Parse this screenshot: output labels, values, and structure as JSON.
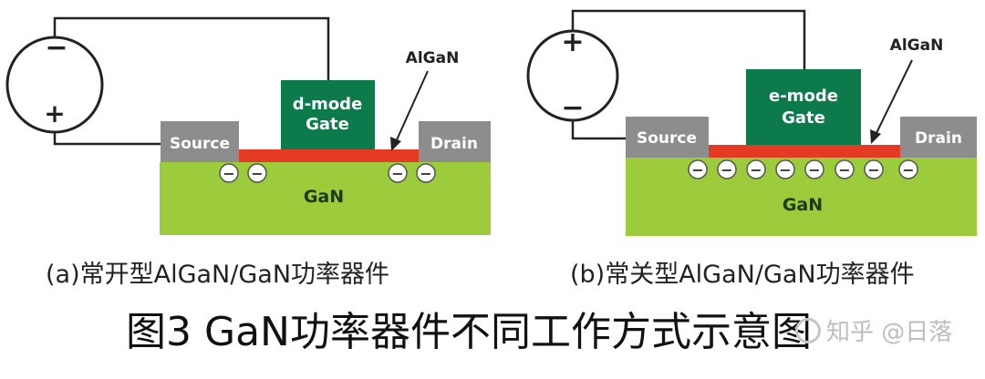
{
  "panel_a": {
    "source": "Source",
    "drain": "Drain",
    "gate_line1": "d-mode",
    "gate_line2": "Gate",
    "barrier": "AlGaN",
    "substrate": "GaN",
    "battery_top": "−",
    "battery_bottom": "+",
    "electron": "−",
    "caption": "(a)常开型AlGaN/GaN功率器件"
  },
  "panel_b": {
    "source": "Source",
    "drain": "Drain",
    "gate_line1": "e-mode",
    "gate_line2": "Gate",
    "barrier": "AlGaN",
    "substrate": "GaN",
    "battery_top": "+",
    "battery_bottom": "−",
    "electron": "−",
    "caption": "(b)常关型AlGaN/GaN功率器件"
  },
  "title": "图3 GaN功率器件不同工作方式示意图",
  "watermark": "知乎 @日落",
  "colors": {
    "gan": "#9ccc3c",
    "algan": "#e53a24",
    "gate": "#0c7a4a",
    "contact": "#8d8d8d",
    "wire": "#222222"
  }
}
